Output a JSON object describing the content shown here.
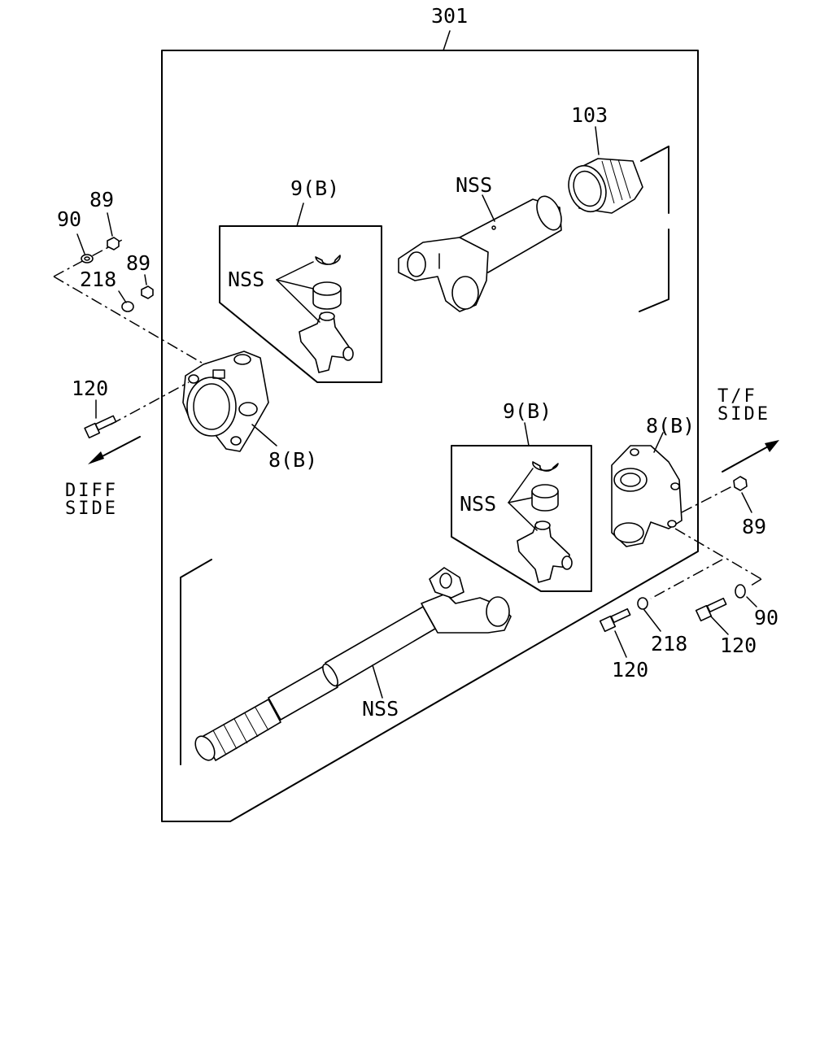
{
  "labels": {
    "assembly": "301",
    "boot": "103",
    "yoke_shaft_top": "NSS",
    "kit_top": "9(B)",
    "kit_top_nss": "NSS",
    "kit_bottom": "9(B)",
    "kit_bottom_nss": "NSS",
    "flange_left": "8(B)",
    "flange_right": "8(B)",
    "shaft_bottom": "NSS",
    "washer_90_left": "90",
    "nut_89_left_a": "89",
    "nut_89_left_b": "89",
    "washer_218_left": "218",
    "bolt_120_left": "120",
    "nut_89_right": "89",
    "washer_90_right": "90",
    "washer_218_right": "218",
    "bolt_120_right_a": "120",
    "bolt_120_right_b": "120"
  },
  "sides": {
    "diff_line1": "DIFF",
    "diff_line2": "SIDE",
    "tf_line1": "T/F",
    "tf_line2": "SIDE"
  }
}
